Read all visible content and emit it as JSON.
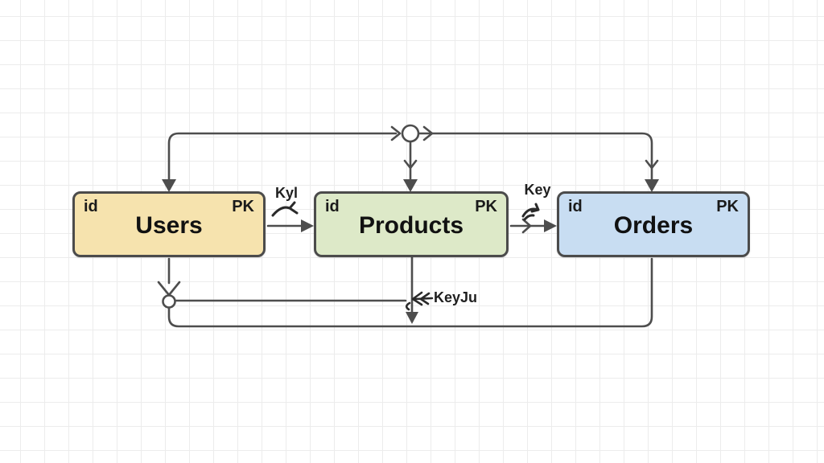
{
  "diagram": {
    "entities": [
      {
        "title": "Users",
        "field": "id",
        "badge": "PK",
        "fill": "#f6e3ae",
        "border": "#4b4b4b"
      },
      {
        "title": "Products",
        "field": "id",
        "badge": "PK",
        "fill": "#dde9c8",
        "border": "#4b4b4b"
      },
      {
        "title": "Orders",
        "field": "id",
        "badge": "PK",
        "fill": "#c8ddf2",
        "border": "#4b4b4b"
      }
    ],
    "edge_labels": [
      {
        "id": "users-products",
        "text": "Kyl"
      },
      {
        "id": "products-orders",
        "text": "Key"
      },
      {
        "id": "products-bottom",
        "text": "KeyJu"
      }
    ],
    "colors": {
      "connector_line": "#4d4d4d",
      "grid": "#ececec",
      "background": "#ffffff",
      "text": "#1a1a1a"
    }
  }
}
